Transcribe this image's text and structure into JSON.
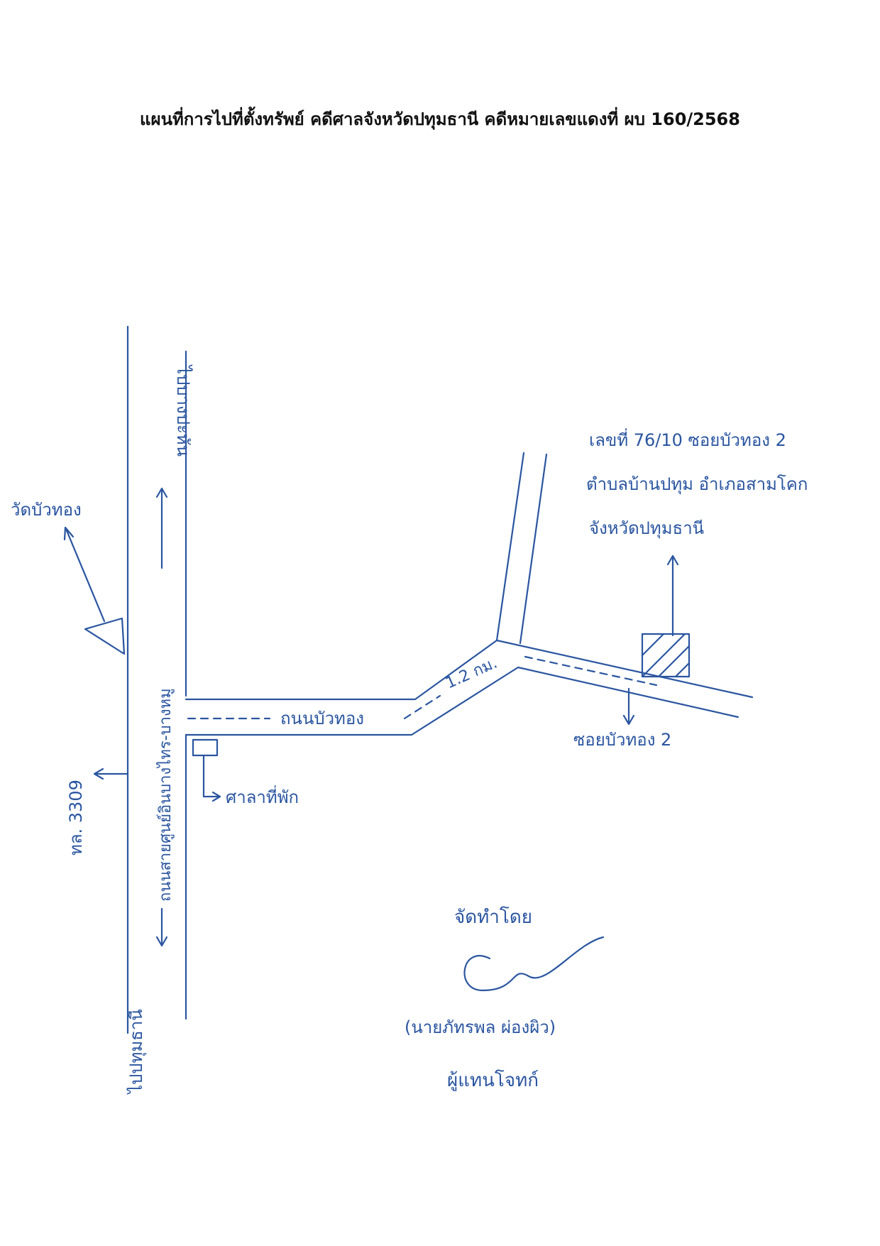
{
  "title": "แผนที่การไปที่ตั้งทรัพย์ คดีศาลจังหวัดปทุมธานี คดีหมายเลขแดงที่ ผบ 160/2568",
  "map": {
    "ink_color": "#2a55a0",
    "labels": {
      "temple": "วัดบัวทอง",
      "to_bang_pahan": "ไปบางปะหัน",
      "to_pathum_thani": "ไปปทุมธานี",
      "main_road": "ถนนสายศูนย์อินบางไทร-บางหมู",
      "route_3309": "ทล. 3309",
      "bua_thong_road": "ถนนบัวทอง",
      "distance": "1.2 กม.",
      "shrine": "ศาลาที่พัก",
      "address_line1": "เลขที่ 76/10 ซอยบัวทอง 2",
      "address_line2": "ตำบลบ้านปทุม อำเภอสามโคก",
      "address_line3": "จังหวัดปทุมธานี",
      "soi": "ซอยบัวทอง 2",
      "made_by": "จัดทำโดย",
      "name": "(นายภัทรพล ผ่องผิว)",
      "role": "ผู้แทนโจทก์"
    }
  }
}
